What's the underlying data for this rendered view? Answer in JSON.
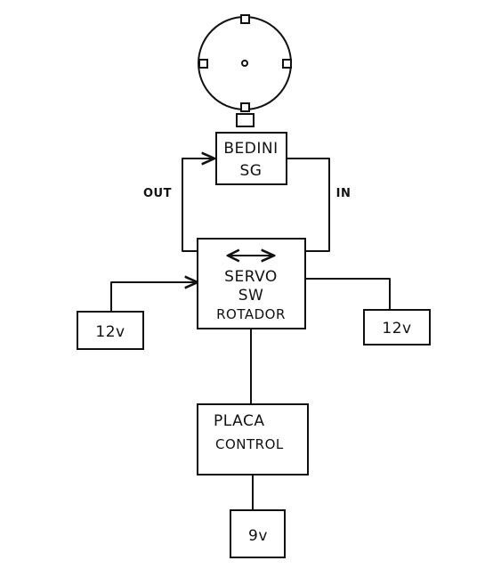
{
  "nodes": {
    "bedini": {
      "lines": [
        "BEDINI",
        "SG"
      ]
    },
    "servo": {
      "lines": [
        "SERVO",
        "SW",
        "ROTADOR"
      ]
    },
    "left_supply": {
      "label": "12v"
    },
    "right_supply": {
      "label": "12v"
    },
    "placa": {
      "lines": [
        "PLACA",
        "CONTROL"
      ]
    },
    "bottom_supply": {
      "label": "9v"
    }
  },
  "edges": {
    "out": {
      "label": "OUT"
    },
    "in": {
      "label": "IN"
    }
  }
}
